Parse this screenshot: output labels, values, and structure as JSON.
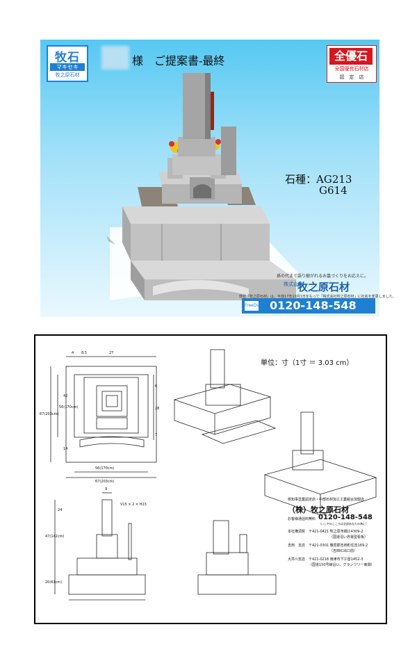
{
  "top": {
    "brand": {
      "kanji": "牧石",
      "kana": "マキセキ",
      "sub": "牧之原石材"
    },
    "title": "様　ご提案書-最終",
    "cert": {
      "main": "全優石",
      "sub": "全国優良石材店",
      "sub2": "認　定　店"
    },
    "stone_label": "石種：AG213",
    "stone_label2": "G614",
    "tagline": "孫の代まで語り継がれるお墓づくりをお応えに。",
    "company_kanji": "株式会社",
    "company_name": "牧之原石材",
    "company_note": "弊社「牧之原石材」は、平成17年10月1日をもって「株式会社牧之原石材」に社名を変更しました。",
    "free_dial": "FreeDial",
    "phone": "0120-148-548"
  },
  "drawing": {
    "unit_note": "単位：寸（1寸 ＝ 3.03 cm）",
    "dims": {
      "d4": "4",
      "d85": "8.5",
      "d27": "27",
      "w56": "56(170cm)",
      "w67": "67(203cm)",
      "h67": "67(203cm)",
      "h56": "56(170cm)",
      "r42": "42",
      "r14": "14",
      "r6": "6",
      "r28": "28",
      "r7": "7",
      "f9": "9",
      "f24": "24",
      "f47": "47(142cm)",
      "f20": "20(61cm)",
      "v15": "V15 × 2 × H23"
    },
    "info": {
      "assoc": "県知事営業認定店・中部石材加工工業組合加盟店",
      "company": "（株）牧之原石材",
      "tel_label": "お客様通話料無料",
      "tel": "0120-148-548",
      "hours": "（いしやのこころは全部あなたの為に）",
      "hq_label": "本社横須賀",
      "hq_addr": "〒421-0421 牧之原市細江4309-2",
      "hq_note": "（国道沿い赤電型看板）",
      "b1_label": "吉田　支店",
      "b1_addr": "〒421-0301 榛原郡吉田町住吉169-2",
      "b1_note": "（吉田IC出口前）",
      "b2_label": "大井川支店",
      "b2_addr": "〒421-0218 焼津市下江留1452-3",
      "b2_note": "（国道150号線沿い、グランツリー東側）"
    }
  }
}
